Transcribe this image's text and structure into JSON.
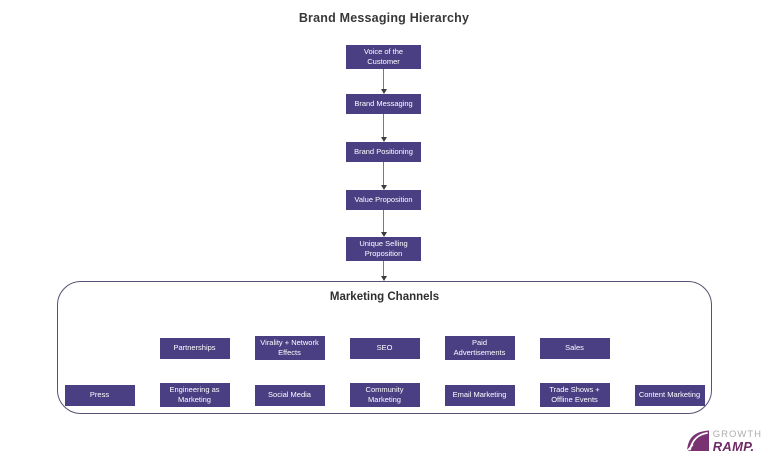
{
  "title": "Brand Messaging Hierarchy",
  "hierarchy": [
    "Voice of the Customer",
    "Brand Messaging",
    "Brand Positioning",
    "Value Proposition",
    "Unique Selling Proposition"
  ],
  "marketing_channels": {
    "title": "Marketing Channels",
    "row1": [
      "Partnerships",
      "Virality + Network Effects",
      "SEO",
      "Paid Advertisements",
      "Sales"
    ],
    "row2": [
      "Press",
      "Engineering as Marketing",
      "Social Media",
      "Community Marketing",
      "Email Marketing",
      "Trade Shows + Offline Events",
      "Content Marketing"
    ]
  },
  "logo": {
    "top": "GROWTH",
    "bottom": "RAMP."
  },
  "colors": {
    "node_fill": "#4b3f83",
    "node_text": "#ffffff",
    "container_border": "#575273",
    "title_text": "#383838",
    "logo_gray": "#aeaeae",
    "logo_purple": "#6e2b66",
    "logo_leaf": "#7a3372"
  }
}
